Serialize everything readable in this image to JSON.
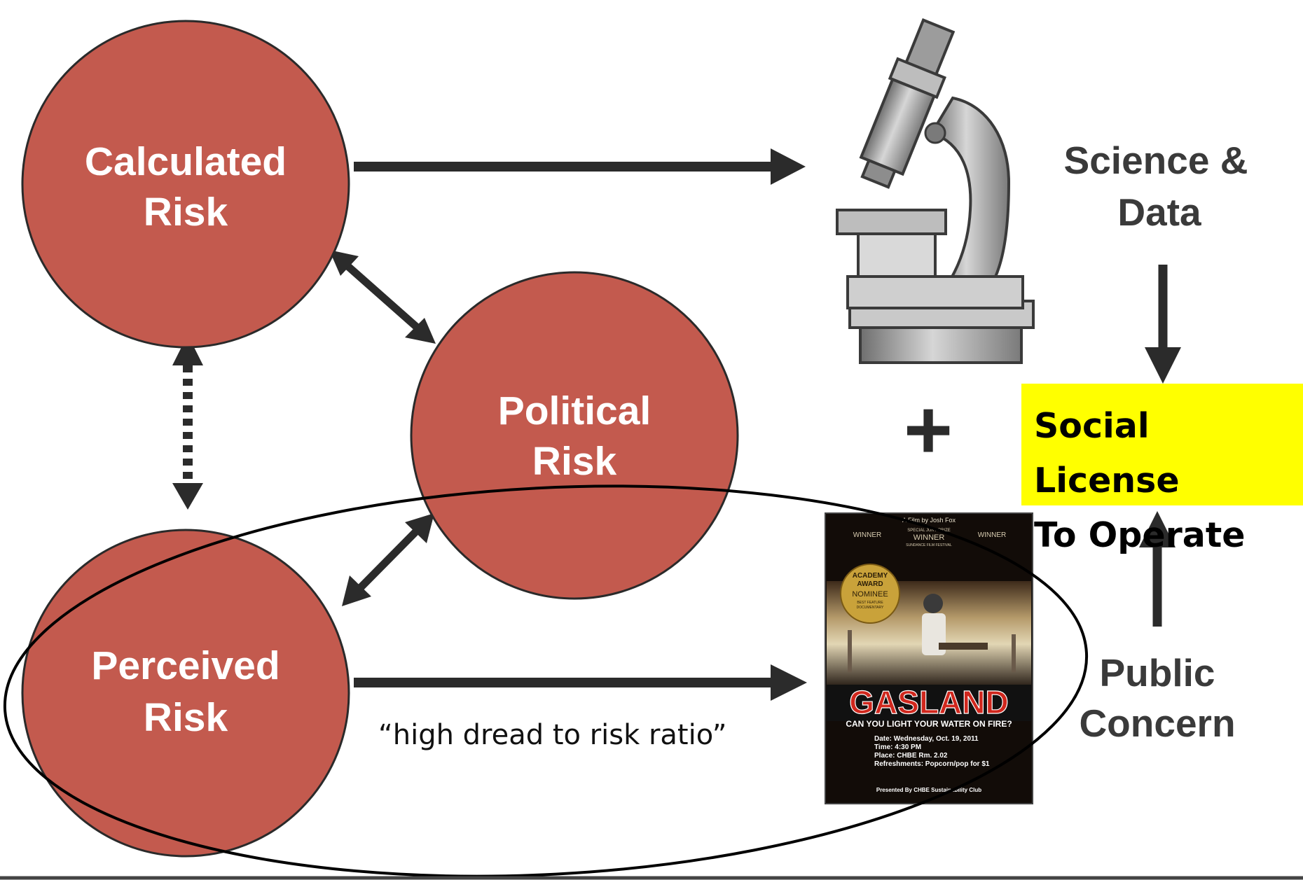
{
  "nodes": {
    "calculated": {
      "line1": "Calculated",
      "line2": "Risk"
    },
    "political": {
      "line1": "Political",
      "line2": "Risk"
    },
    "perceived": {
      "line1": "Perceived",
      "line2": "Risk"
    }
  },
  "science": {
    "line1": "Science &",
    "line2": "Data"
  },
  "public": {
    "line1": "Public",
    "line2": "Concern"
  },
  "license": {
    "line1": "Social License",
    "line2": "To Operate"
  },
  "plus_sign": "+",
  "quote": "“high dread to risk ratio”",
  "poster": {
    "byline": "A Film by Josh Fox",
    "laurel_left": "WINNER",
    "laurel_center_top": "SPECIAL JURY PRIZE",
    "laurel_center": "WINNER",
    "laurel_center_bottom": "SUNDANCE FILM FESTIVAL",
    "laurel_right": "WINNER",
    "badge_line1": "ACADEMY",
    "badge_line2": "AWARD",
    "badge_line3": "NOMINEE",
    "badge_line4": "BEST FEATURE",
    "badge_line5": "DOCUMENTARY",
    "title": "GASLAND",
    "tagline": "CAN YOU LIGHT YOUR WATER ON FIRE?",
    "date": "Date: Wednesday, Oct. 19, 2011",
    "time": "Time: 4:30 PM",
    "place": "Place: CHBE Rm. 2.02",
    "refreshments": "Refreshments: Popcorn/pop for $1",
    "presented": "Presented By CHBE Sustainability Club"
  },
  "colors": {
    "circle_fill": "#c35a4e",
    "circle_stroke": "#2a2a2a",
    "arrow": "#2b2b2b",
    "highlight": "#ffff00"
  }
}
